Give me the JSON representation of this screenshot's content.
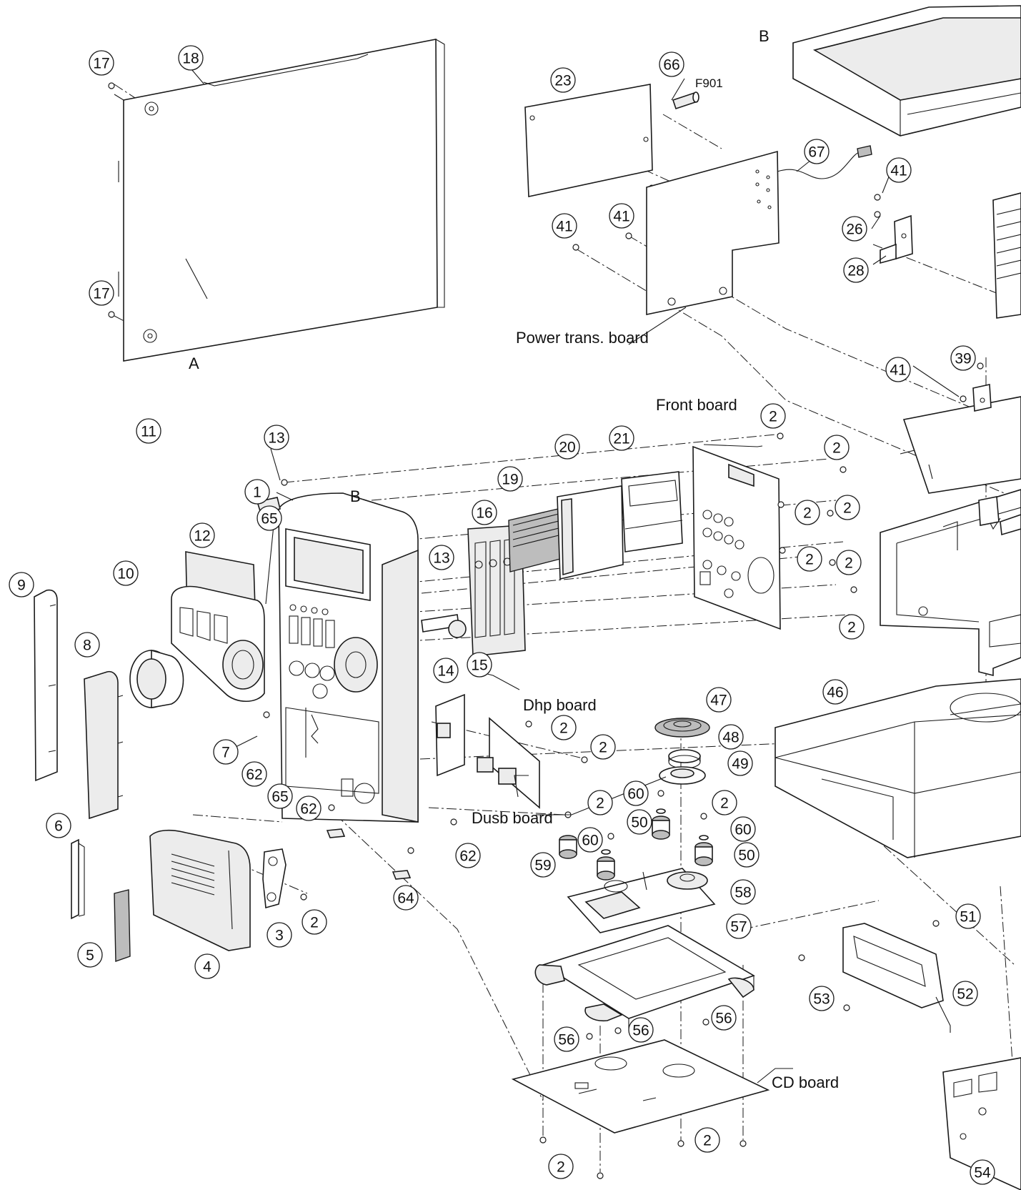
{
  "callouts": [
    {
      "n": "17"
    },
    {
      "n": "18"
    },
    {
      "n": "17"
    },
    {
      "n": "23"
    },
    {
      "n": "66"
    },
    {
      "n": "67"
    },
    {
      "n": "41"
    },
    {
      "n": "41"
    },
    {
      "n": "41"
    },
    {
      "n": "26"
    },
    {
      "n": "28"
    },
    {
      "n": "39"
    },
    {
      "n": "41"
    },
    {
      "n": "13"
    },
    {
      "n": "1"
    },
    {
      "n": "11"
    },
    {
      "n": "12"
    },
    {
      "n": "65"
    },
    {
      "n": "10"
    },
    {
      "n": "9"
    },
    {
      "n": "8"
    },
    {
      "n": "13"
    },
    {
      "n": "16"
    },
    {
      "n": "19"
    },
    {
      "n": "20"
    },
    {
      "n": "21"
    },
    {
      "n": "2"
    },
    {
      "n": "2"
    },
    {
      "n": "2"
    },
    {
      "n": "2"
    },
    {
      "n": "2"
    },
    {
      "n": "2"
    },
    {
      "n": "2"
    },
    {
      "n": "14"
    },
    {
      "n": "15"
    },
    {
      "n": "47"
    },
    {
      "n": "46"
    },
    {
      "n": "48"
    },
    {
      "n": "49"
    },
    {
      "n": "2"
    },
    {
      "n": "2"
    },
    {
      "n": "7"
    },
    {
      "n": "62"
    },
    {
      "n": "65"
    },
    {
      "n": "62"
    },
    {
      "n": "60"
    },
    {
      "n": "2"
    },
    {
      "n": "2"
    },
    {
      "n": "50"
    },
    {
      "n": "60"
    },
    {
      "n": "60"
    },
    {
      "n": "50"
    },
    {
      "n": "59"
    },
    {
      "n": "62"
    },
    {
      "n": "6"
    },
    {
      "n": "64"
    },
    {
      "n": "58"
    },
    {
      "n": "2"
    },
    {
      "n": "3"
    },
    {
      "n": "5"
    },
    {
      "n": "4"
    },
    {
      "n": "57"
    },
    {
      "n": "51"
    },
    {
      "n": "53"
    },
    {
      "n": "52"
    },
    {
      "n": "56"
    },
    {
      "n": "56"
    },
    {
      "n": "56"
    },
    {
      "n": "2"
    },
    {
      "n": "2"
    },
    {
      "n": "54"
    }
  ],
  "labels": {
    "a": "A",
    "b_top": "B",
    "b_front": "B",
    "f901": "F901",
    "power_board": "Power trans. board",
    "front_board": "Front board",
    "dhp_board": "Dhp board",
    "dusb_board": "Dusb board",
    "cd_board": "CD board"
  }
}
